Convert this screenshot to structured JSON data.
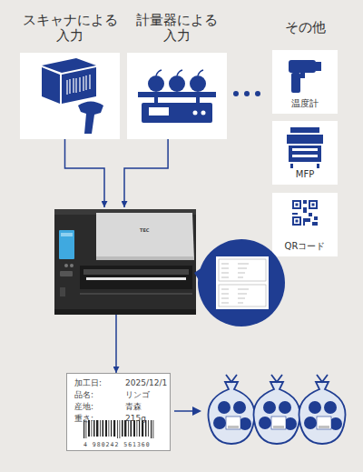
{
  "diagram": {
    "nodes": [
      {
        "text": [
          "スキャナによる 入力"
        ]
      },
      {
        "text": [
          "計量器による 入力"
        ]
      },
      {
        "text": [
          "温度計"
        ]
      },
      {
        "text": [
          "MFP"
        ]
      },
      {
        "text": [
          "QRコード"
        ]
      },
      {
        "text": [
          "TEC"
        ]
      },
      {
        "text": [
          "加工日:",
          "2025/12/1",
          "品名:",
          "リンゴ",
          "産地:",
          "青森",
          "重さ:",
          "215g",
          "4 980242 561360"
        ]
      }
    ],
    "edges": [
      {
        "from": 0,
        "to": 5,
        "arrow": "to"
      },
      {
        "from": 1,
        "to": 5,
        "arrow": "to"
      },
      {
        "from": 5,
        "to": 6,
        "arrow": "to"
      }
    ],
    "labels": [
      "その他"
    ]
  }
}
